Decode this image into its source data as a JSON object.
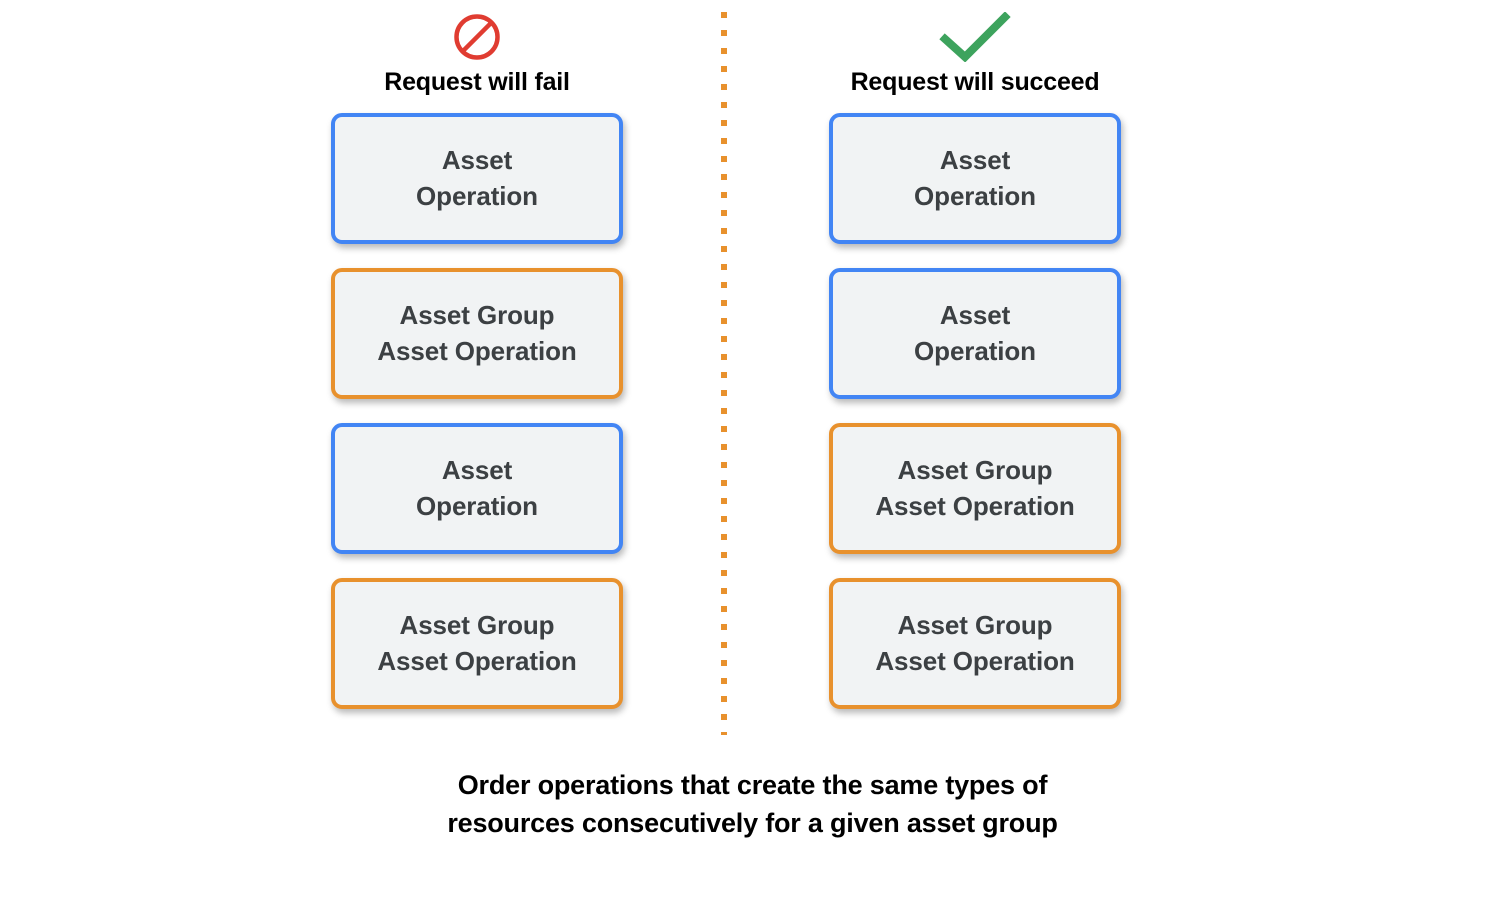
{
  "colors": {
    "background": "#ffffff",
    "blue_border": "#4285f4",
    "orange_border": "#e8912d",
    "box_fill": "#f1f3f4",
    "box_text": "#3c4043",
    "fail_icon": "#e03c31",
    "succeed_icon": "#3da35d",
    "divider": "#e8912d"
  },
  "columns": [
    {
      "id": "fail",
      "icon": "prohibited-icon",
      "label": "Request will fail",
      "boxes": [
        {
          "type": "asset-operation",
          "color": "blue",
          "text": "Asset\nOperation"
        },
        {
          "type": "asset-group-operation",
          "color": "orange",
          "text": "Asset Group\nAsset Operation"
        },
        {
          "type": "asset-operation",
          "color": "blue",
          "text": "Asset\nOperation"
        },
        {
          "type": "asset-group-operation",
          "color": "orange",
          "text": "Asset Group\nAsset Operation"
        }
      ]
    },
    {
      "id": "succeed",
      "icon": "checkmark-icon",
      "label": "Request will succeed",
      "boxes": [
        {
          "type": "asset-operation",
          "color": "blue",
          "text": "Asset\nOperation"
        },
        {
          "type": "asset-operation",
          "color": "blue",
          "text": "Asset\nOperation"
        },
        {
          "type": "asset-group-operation",
          "color": "orange",
          "text": "Asset Group\nAsset Operation"
        },
        {
          "type": "asset-group-operation",
          "color": "orange",
          "text": "Asset Group\nAsset Operation"
        }
      ]
    }
  ],
  "caption": "Order operations that create the same types of\nresources consecutively for a given asset group"
}
